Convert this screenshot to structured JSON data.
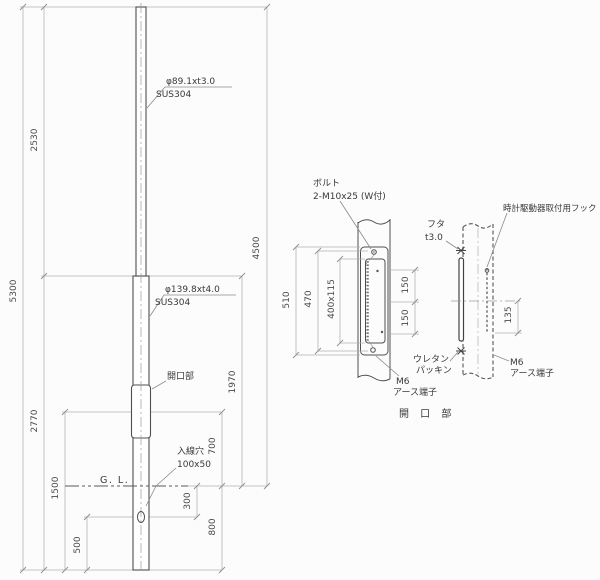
{
  "main": {
    "dims": {
      "d5300": "5300",
      "d2530": "2530",
      "d2770": "2770",
      "d1500": "1500",
      "d500": "500",
      "d300": "300",
      "d700": "700",
      "d800": "800",
      "d1970": "1970",
      "d4500": "4500"
    },
    "upper_spec": "φ89.1xt3.0",
    "upper_material": "SUS304",
    "lower_spec": "φ139.8xt4.0",
    "lower_material": "SUS304",
    "opening_label": "開口部",
    "entry_hole_label": "入線穴",
    "entry_hole_size": "100x50",
    "ground_line": "G. L."
  },
  "front_detail": {
    "dims": {
      "d510": "510",
      "d470": "470",
      "d400x115": "400x115",
      "d150_upper": "150",
      "d150_lower": "150"
    },
    "bolt_label": "ボルト",
    "bolt_spec": "2-M10x25 (W付)",
    "earth_line1": "M6",
    "earth_line2": "アース端子",
    "title": "開 口 部"
  },
  "side_detail": {
    "dims": {
      "d135": "135"
    },
    "cover_label": "フタ",
    "cover_thickness": "t3.0",
    "hook_label": "時計駆動器取付用フック",
    "packing_line1": "ウレタン",
    "packing_line2": "パッキン",
    "earth_line1": "M6",
    "earth_line2": "アース端子"
  },
  "colors": {
    "outline": "#4f4f4f",
    "dimension": "#b3b3b3",
    "text": "#3f3f3f",
    "background": "#fcfcfc"
  }
}
